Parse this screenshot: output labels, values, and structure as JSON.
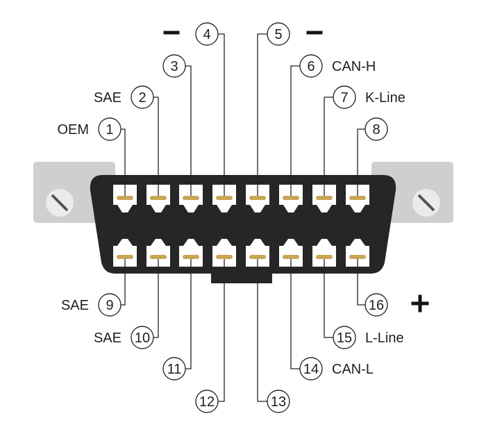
{
  "colors": {
    "body": "#262626",
    "mount": "#cfcfcf",
    "mount_hole": "#ebebeb",
    "contact": "#c9a655",
    "lead": "#222222",
    "text": "#1e1e1e"
  },
  "pins": [
    {
      "num": "1",
      "label": "OEM"
    },
    {
      "num": "2",
      "label": "SAE"
    },
    {
      "num": "3",
      "label": ""
    },
    {
      "num": "4",
      "label": ""
    },
    {
      "num": "5",
      "label": ""
    },
    {
      "num": "6",
      "label": "CAN-H"
    },
    {
      "num": "7",
      "label": "K-Line"
    },
    {
      "num": "8",
      "label": ""
    },
    {
      "num": "9",
      "label": "SAE"
    },
    {
      "num": "10",
      "label": "SAE"
    },
    {
      "num": "11",
      "label": ""
    },
    {
      "num": "12",
      "label": ""
    },
    {
      "num": "13",
      "label": ""
    },
    {
      "num": "14",
      "label": "CAN-L"
    },
    {
      "num": "15",
      "label": "L-Line"
    },
    {
      "num": "16",
      "label": ""
    }
  ],
  "polarity": {
    "pin4": "minus",
    "pin5": "minus",
    "pin16": "plus"
  }
}
